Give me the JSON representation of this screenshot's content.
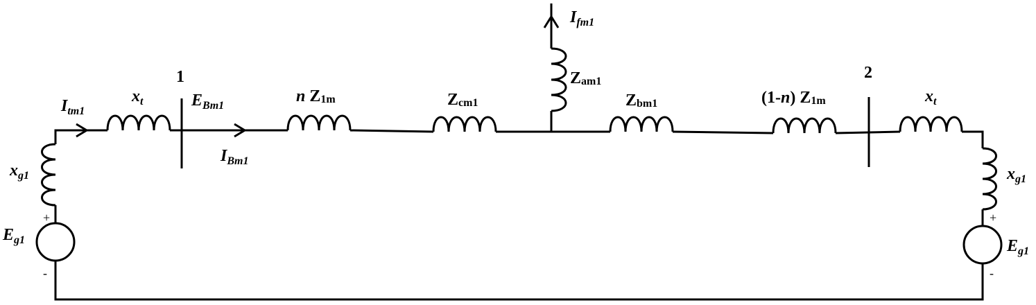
{
  "bus_labels": {
    "bus1": "1",
    "bus2": "2"
  },
  "labels": {
    "I_tm1": {
      "main": "I",
      "sub": "tm1"
    },
    "x_t_left": {
      "main": "x",
      "sub": "t"
    },
    "E_Bm1": {
      "main": "E",
      "sub": "Bm1"
    },
    "I_Bm1": {
      "main": "I",
      "sub": "Bm1"
    },
    "nZ1m": {
      "n": "n",
      "main": " Z",
      "sub": "1m"
    },
    "Zcm1": {
      "main": "Z",
      "sub": "cm1"
    },
    "I_fm1": {
      "main": "I",
      "sub": "fm1"
    },
    "Zam1": {
      "main": "Z",
      "sub": "am1"
    },
    "Zbm1": {
      "main": "Z",
      "sub": "bm1"
    },
    "onemn_Z1m": {
      "pre": "(1-",
      "n": "n",
      "post": ") Z",
      "sub": "1m"
    },
    "x_t_right": {
      "main": "x",
      "sub": "t"
    },
    "xg1_left": {
      "main": "x",
      "sub": "g1"
    },
    "xg1_right": {
      "main": "x",
      "sub": "g1"
    },
    "Eg1_left": {
      "main": "E",
      "sub": "g1"
    },
    "Eg1_right": {
      "main": "E",
      "sub": "g1"
    }
  },
  "polarity": {
    "plus": "+",
    "minus": "-"
  }
}
